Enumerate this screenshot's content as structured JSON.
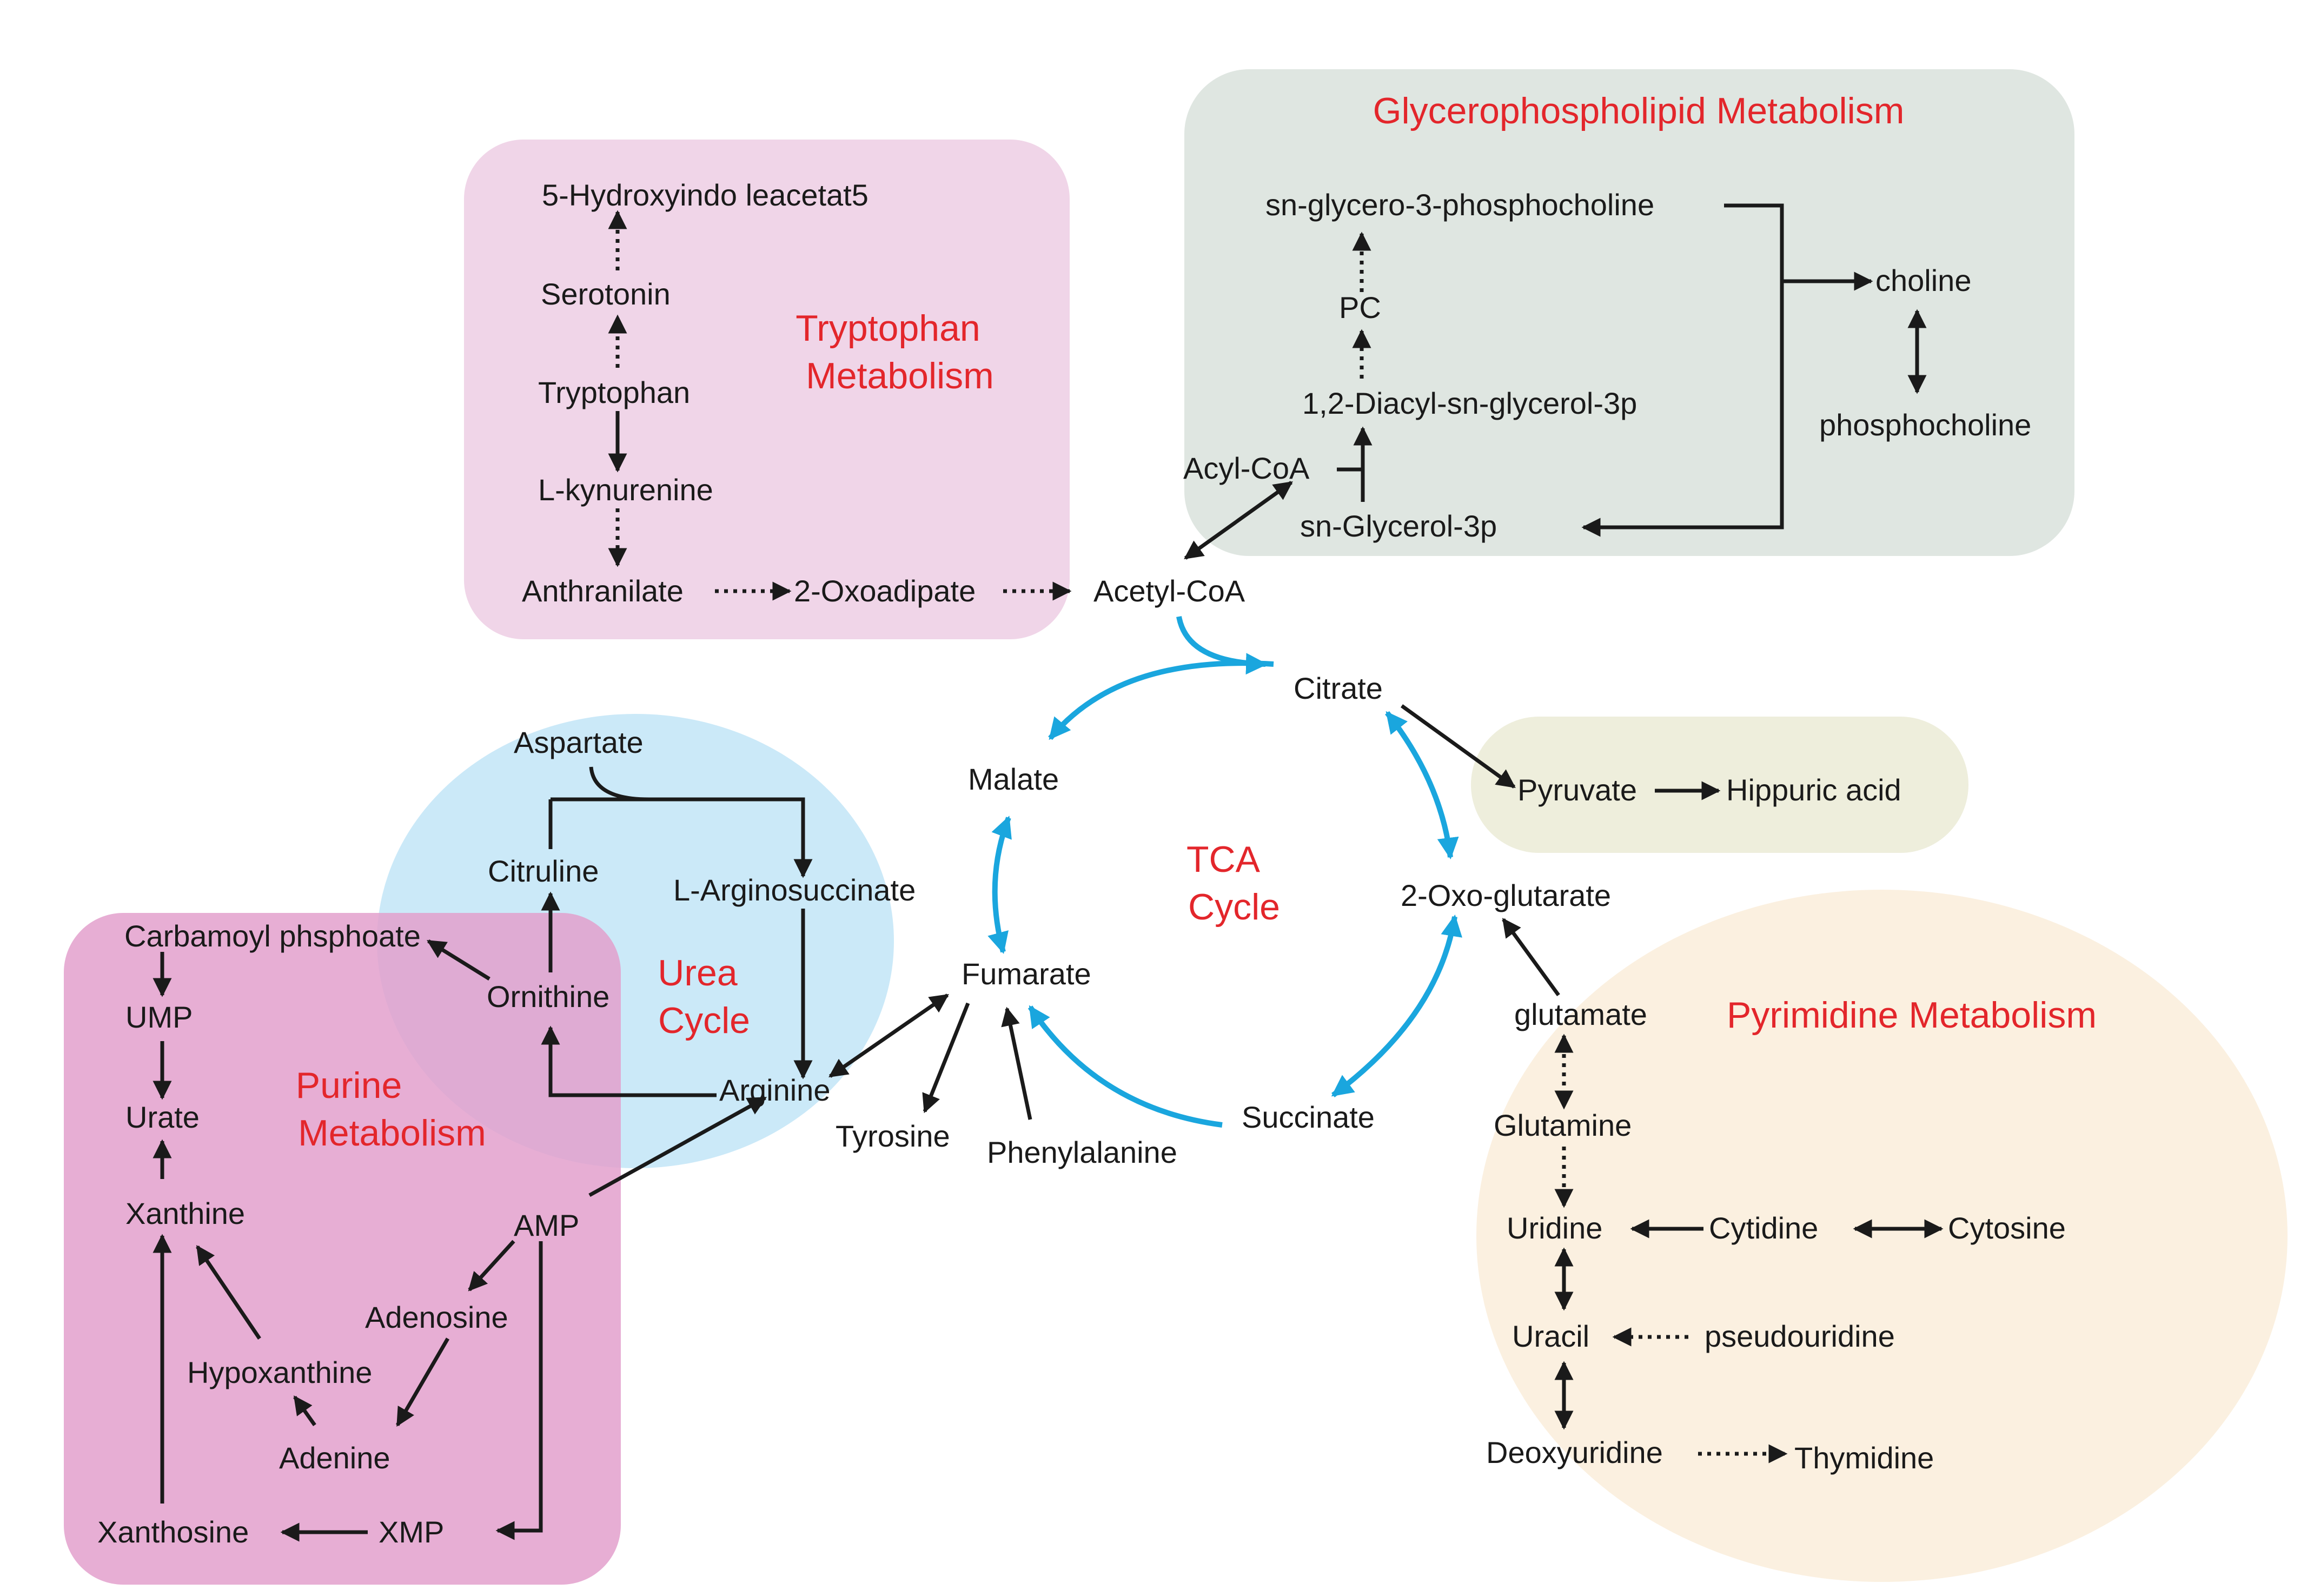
{
  "colors": {
    "tryptophan_bg": "#f0d5e8",
    "glycero_bg": "#dfe6e1",
    "hippuric_bg": "#eeeedc",
    "pyrimidine_bg": "#fbf0e0",
    "urea_bg": "#cbe9f8",
    "purine_bg": "#e3a0cc",
    "title_red": "#e3262b",
    "tca_blue": "#1aa6de",
    "ink": "#1a1a1a"
  },
  "regions": {
    "tryptophan": [
      "Tryptophan",
      "Metabolism"
    ],
    "glycero": "Glycerophospholipid Metabolism",
    "pyrimidine": "Pyrimidine Metabolism",
    "urea": [
      "Urea",
      "Cycle"
    ],
    "purine": [
      "Purine",
      "Metabolism"
    ],
    "tca": [
      "TCA",
      "Cycle"
    ]
  },
  "metabolites": {
    "hydroxyindoleacetate": "5-Hydroxyindo leacetat5",
    "serotonin": "Serotonin",
    "tryptophan": "Tryptophan",
    "kynurenine": "L-kynurenine",
    "anthranilate": "Anthranilate",
    "oxoadipate": "2-Oxoadipate",
    "acetyl_coa": "Acetyl-CoA",
    "glycerophosphocholine": "sn-glycero-3-phosphocholine",
    "pc": "PC",
    "diacylglycerol": "1,2-Diacyl-sn-glycerol-3p",
    "acyl_coa": "Acyl-CoA",
    "glycerol_3p": "sn-Glycerol-3p",
    "choline": "choline",
    "phosphocholine": "phosphocholine",
    "citrate": "Citrate",
    "malate": "Malate",
    "fumarate": "Fumarate",
    "succinate": "Succinate",
    "oxoglutarate": "2-Oxo-glutarate",
    "pyruvate": "Pyruvate",
    "hippuric_acid": "Hippuric acid",
    "aspartate": "Aspartate",
    "citruline": "Citruline",
    "arginosuccinate": "L-Arginosuccinate",
    "ornithine": "Ornithine",
    "arginine": "Arginine",
    "tyrosine": "Tyrosine",
    "phenylalanine": "Phenylalanine",
    "carbamoyl": "Carbamoyl phsphoate",
    "ump": "UMP",
    "urate": "Urate",
    "xanthine": "Xanthine",
    "amp": "AMP",
    "adenosine": "Adenosine",
    "hypoxanthine": "Hypoxanthine",
    "adenine": "Adenine",
    "xanthosine": "Xanthosine",
    "xmp": "XMP",
    "glutamate": "glutamate",
    "glutamine": "Glutamine",
    "uridine": "Uridine",
    "cytidine": "Cytidine",
    "cytosine": "Cytosine",
    "uracil": "Uracil",
    "pseudouridine": "pseudouridine",
    "deoxyuridine": "Deoxyuridine",
    "thymidine": "Thymidine"
  }
}
